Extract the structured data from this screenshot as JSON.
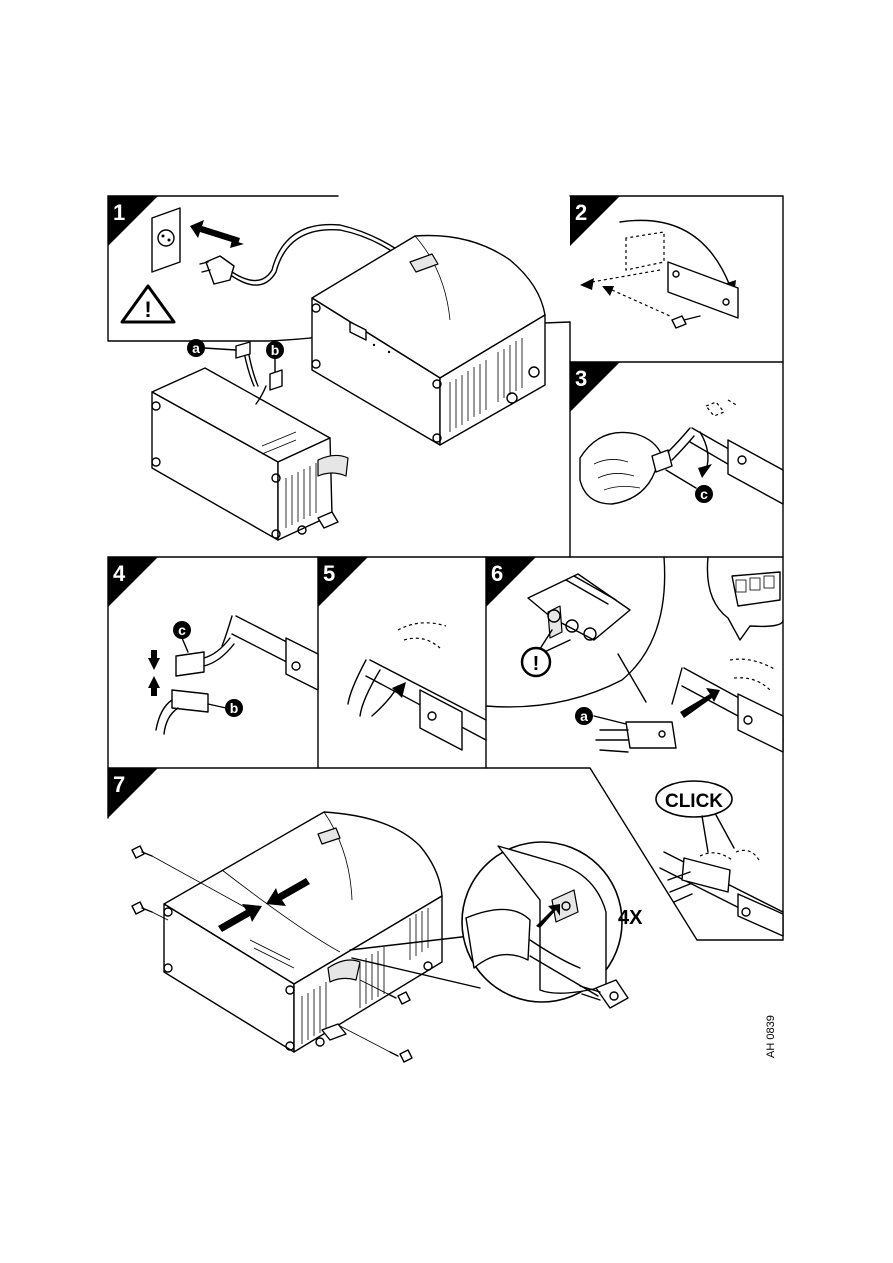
{
  "figure": {
    "steps": [
      "1",
      "2",
      "3",
      "4",
      "5",
      "6",
      "7"
    ],
    "callouts": {
      "a": "a",
      "b": "b",
      "c": "c"
    },
    "symbols": {
      "warning": "!",
      "attention": "!"
    },
    "click_text": "CLICK",
    "quantity_label": "4X",
    "doc_ref": "AH 0839",
    "icons": [
      "warning-triangle-icon",
      "attention-circle-icon",
      "arrow-icon",
      "power-plug-icon",
      "wall-socket-icon",
      "screw-icon"
    ]
  }
}
